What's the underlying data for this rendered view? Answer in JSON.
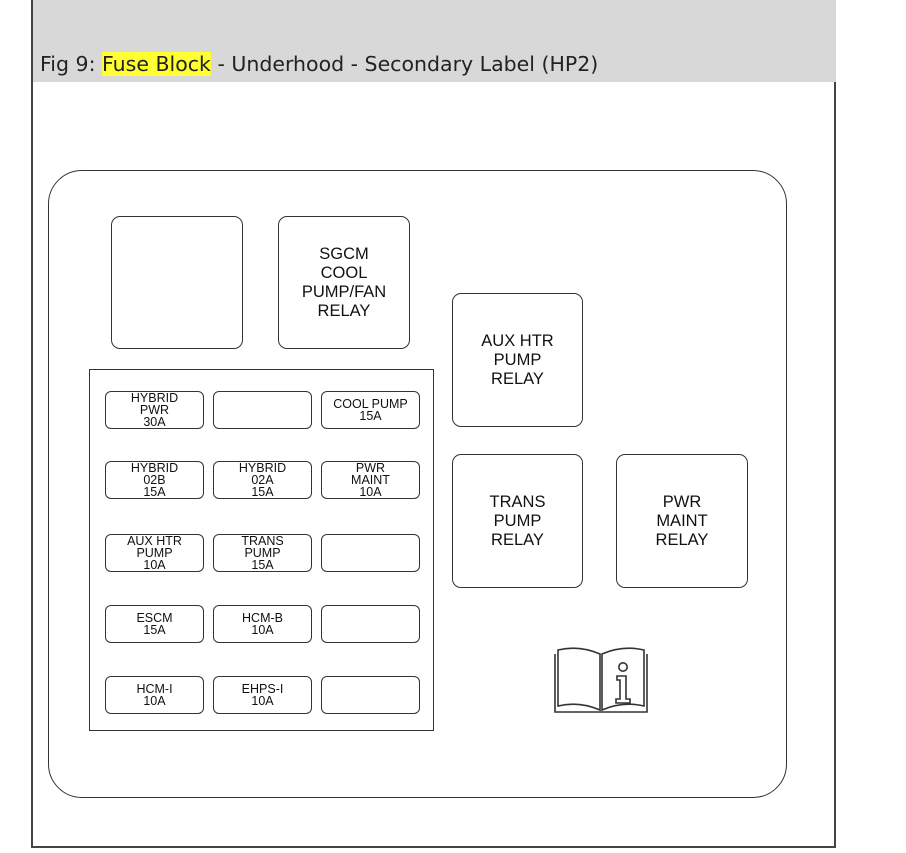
{
  "caption": {
    "prefix": "Fig 9: ",
    "highlight": "Fuse Block",
    "suffix": " - Underhood - Secondary Label (HP2)"
  },
  "relays": [
    {
      "id": "blank-relay",
      "label": ""
    },
    {
      "id": "sgcm-cool-pump-fan-relay",
      "label": "SGCM\nCOOL\nPUMP/FAN\nRELAY"
    },
    {
      "id": "aux-htr-pump-relay",
      "label": "AUX HTR\nPUMP\nRELAY"
    },
    {
      "id": "trans-pump-relay",
      "label": "TRANS\nPUMP\nRELAY"
    },
    {
      "id": "pwr-maint-relay",
      "label": "PWR\nMAINT\nRELAY"
    }
  ],
  "fuses": [
    {
      "label": "HYBRID\nPWR\n30A"
    },
    {
      "label": ""
    },
    {
      "label": "COOL PUMP\n15A"
    },
    {
      "label": "HYBRID\n02B\n15A"
    },
    {
      "label": "HYBRID\n02A\n15A"
    },
    {
      "label": "PWR\nMAINT\n10A"
    },
    {
      "label": "AUX HTR\nPUMP\n10A"
    },
    {
      "label": "TRANS\nPUMP\n15A"
    },
    {
      "label": ""
    },
    {
      "label": "ESCM\n15A"
    },
    {
      "label": "HCM-B\n10A"
    },
    {
      "label": ""
    },
    {
      "label": "HCM-I\n10A"
    },
    {
      "label": "EHPS-I\n10A"
    },
    {
      "label": ""
    }
  ],
  "icons": {
    "info": "owner-manual-info-icon"
  }
}
